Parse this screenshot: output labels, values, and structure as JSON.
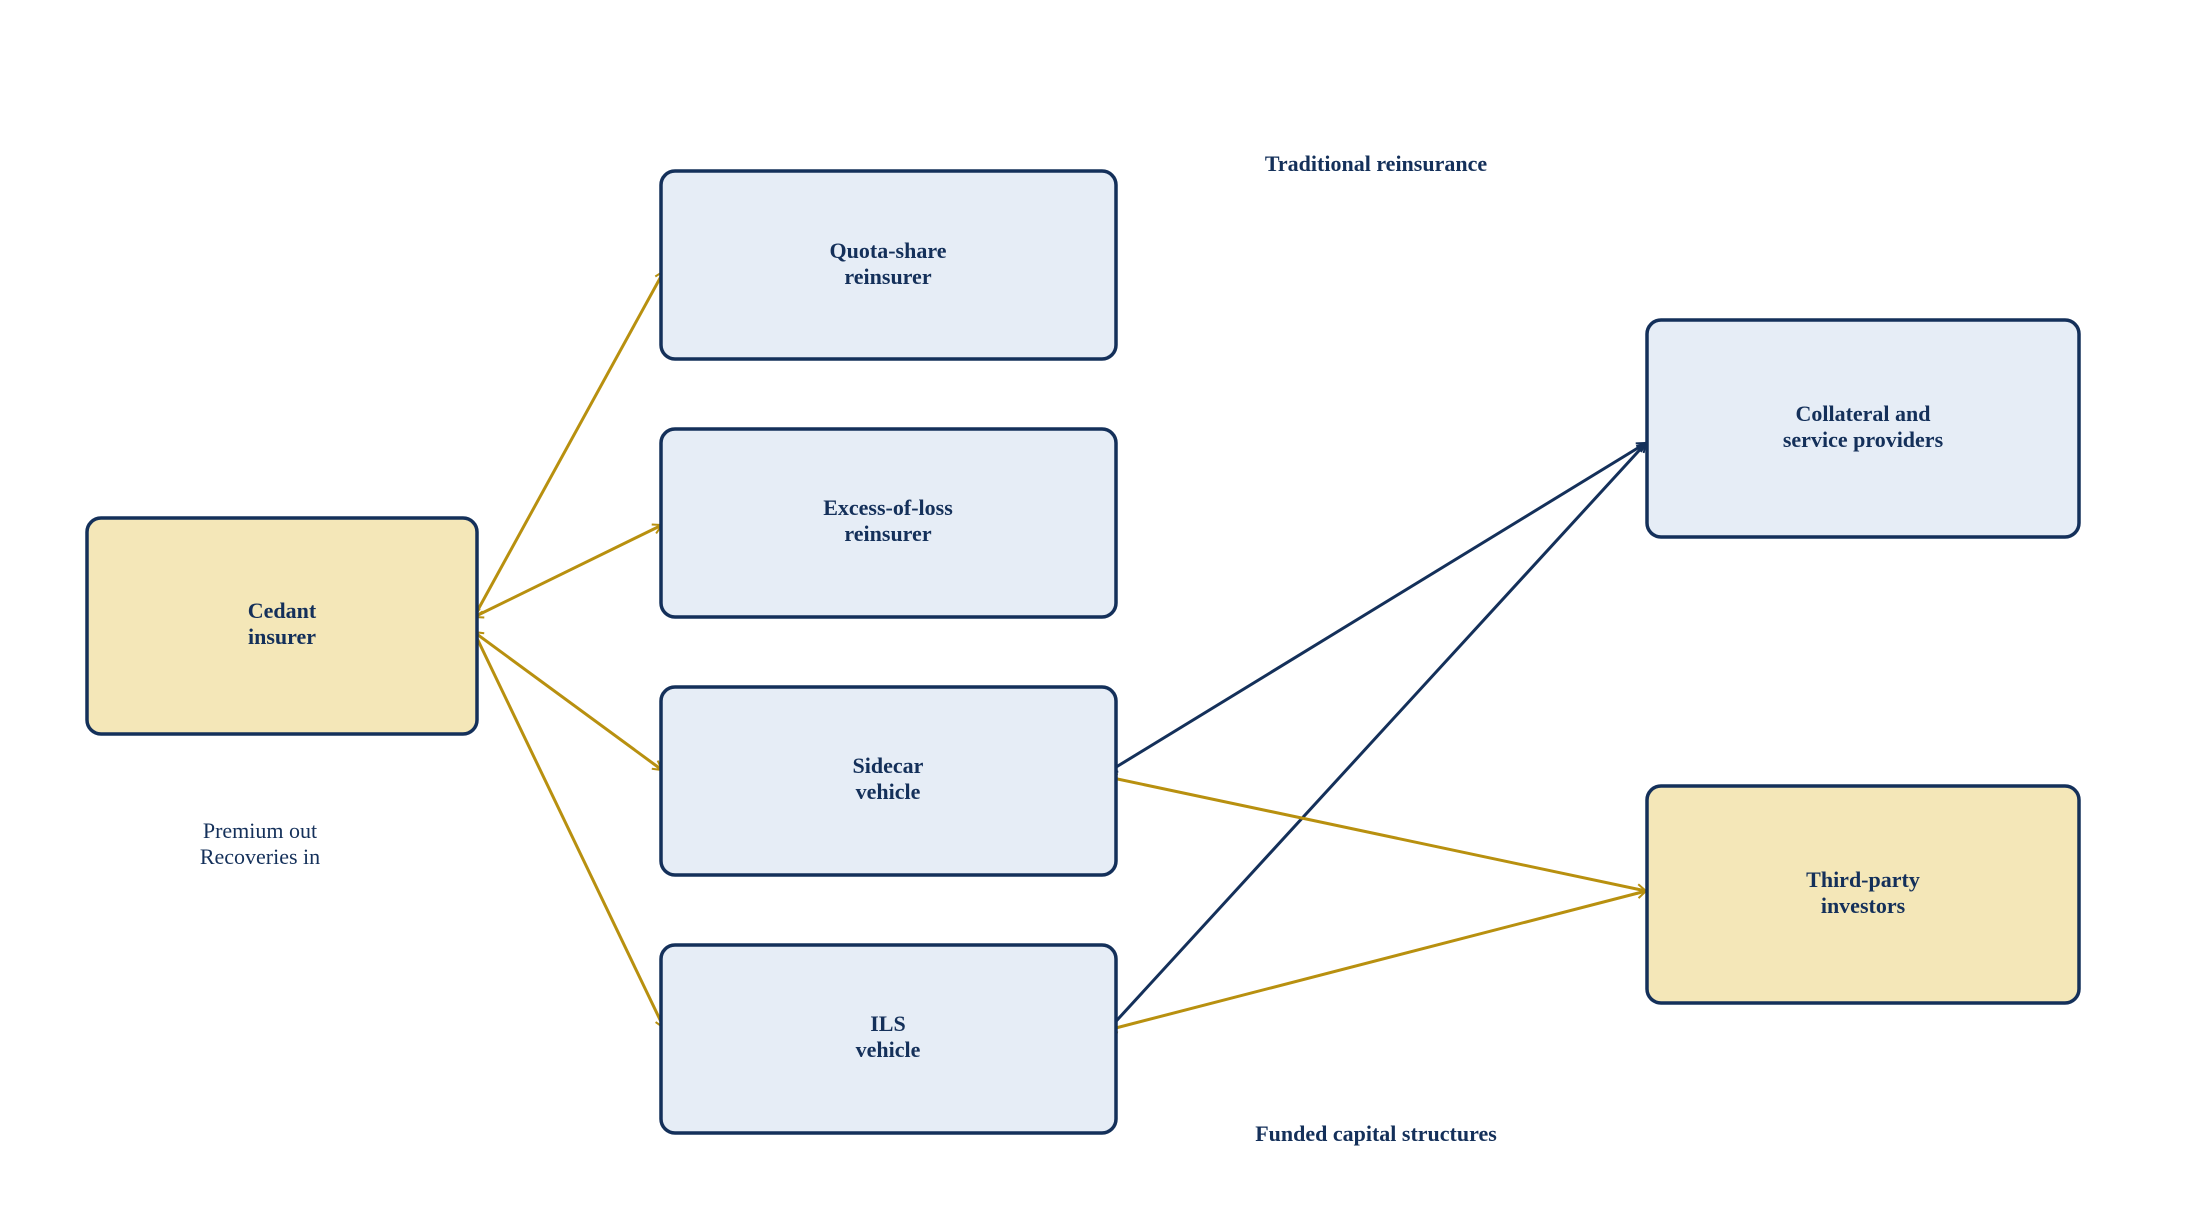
{
  "colors": {
    "node_blue_fill": "#e6edf6",
    "node_gold_fill": "#f4e7b8",
    "border": "#14305a",
    "text": "#14305a",
    "gold_arrow": "#b8900f",
    "navy_arrow": "#14305a"
  },
  "nodes": {
    "cedant": {
      "line1": "Cedant",
      "line2": "insurer",
      "fill": "#f4e7b8"
    },
    "quota_share": {
      "line1": "Quota-share",
      "line2": "reinsurer",
      "fill": "#e6edf6"
    },
    "excess_of_loss": {
      "line1": "Excess-of-loss",
      "line2": "reinsurer",
      "fill": "#e6edf6"
    },
    "sidecar": {
      "line1": "Sidecar",
      "line2": "vehicle",
      "fill": "#e6edf6"
    },
    "ils": {
      "line1": "ILS",
      "line2": "vehicle",
      "fill": "#e6edf6"
    },
    "collateral": {
      "line1": "Collateral and",
      "line2": "service providers",
      "fill": "#e6edf6"
    },
    "investors": {
      "line1": "Third-party",
      "line2": "investors",
      "fill": "#f4e7b8"
    }
  },
  "group_labels": {
    "traditional": "Traditional reinsurance",
    "funded": "Funded capital structures"
  },
  "note": {
    "line1": "Premium out",
    "line2": "Recoveries in"
  },
  "edges": [
    {
      "from": "cedant",
      "to": "quota_share",
      "style": "gold",
      "bidirectional": true
    },
    {
      "from": "cedant",
      "to": "excess_of_loss",
      "style": "gold",
      "bidirectional": true
    },
    {
      "from": "cedant",
      "to": "sidecar",
      "style": "gold",
      "bidirectional": true
    },
    {
      "from": "cedant",
      "to": "ils",
      "style": "gold",
      "bidirectional": true
    },
    {
      "from": "sidecar",
      "to": "collateral",
      "style": "navy",
      "bidirectional": true
    },
    {
      "from": "ils",
      "to": "collateral",
      "style": "navy",
      "bidirectional": true
    },
    {
      "from": "sidecar",
      "to": "investors",
      "style": "gold",
      "bidirectional": true
    },
    {
      "from": "ils",
      "to": "investors",
      "style": "gold",
      "bidirectional": true
    }
  ]
}
